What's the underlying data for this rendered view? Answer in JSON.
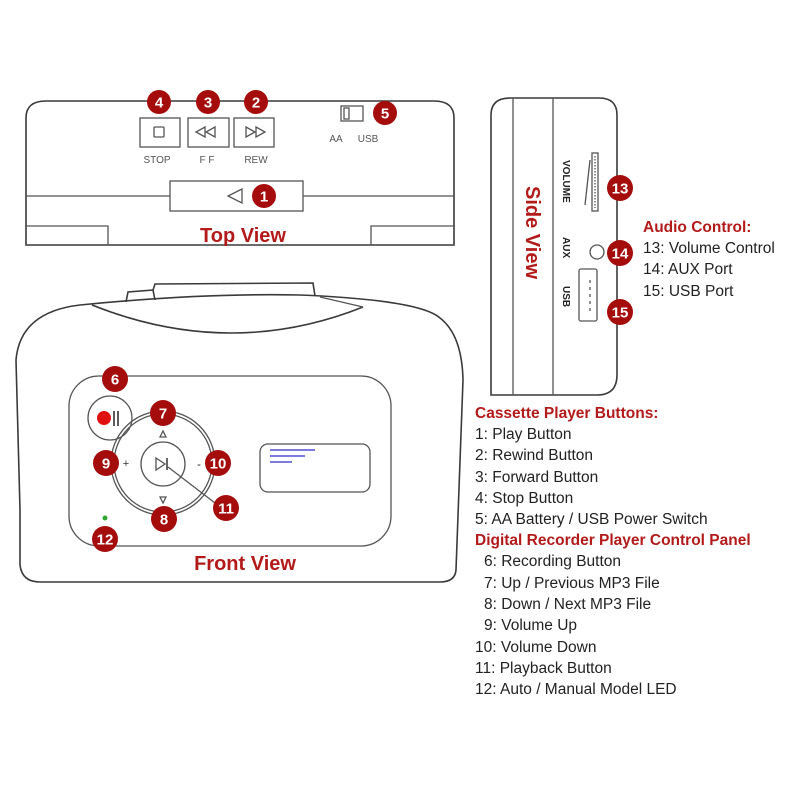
{
  "views": {
    "top": {
      "title": "Top View",
      "button_labels": [
        "STOP",
        "F F",
        "REW"
      ],
      "switch_labels": [
        "AA",
        "USB"
      ]
    },
    "side": {
      "title": "Side View",
      "port_labels": [
        "VOLUME",
        "AUX",
        "USB"
      ]
    },
    "front": {
      "title": "Front View",
      "plus_sign": "+",
      "minus_sign": "-"
    }
  },
  "badges": [
    "1",
    "2",
    "3",
    "4",
    "5",
    "6",
    "7",
    "8",
    "9",
    "10",
    "11",
    "12",
    "13",
    "14",
    "15"
  ],
  "colors": {
    "accent_red": "#b31b1b",
    "badge_fill": "#a50d0d",
    "record_dot": "#e01010",
    "led_green": "#2fa82f",
    "display_lines": "#7b7be0"
  },
  "legend": {
    "audio": {
      "heading": "Audio Control:",
      "items": [
        "13: Volume Control",
        "14: AUX Port",
        "15: USB Port"
      ]
    },
    "cassette": {
      "heading": "Cassette Player Buttons:",
      "items": [
        "1: Play Button",
        "2: Rewind Button",
        "3: Forward Button",
        "4: Stop Button",
        "5: AA Battery / USB Power Switch"
      ]
    },
    "digital": {
      "heading": "Digital Recorder Player Control Panel",
      "items": [
        "6: Recording Button",
        "7: Up / Previous MP3 File",
        "8: Down / Next MP3 File",
        "9: Volume Up",
        "10: Volume Down",
        "11: Playback Button",
        "12: Auto / Manual Model LED"
      ]
    }
  }
}
